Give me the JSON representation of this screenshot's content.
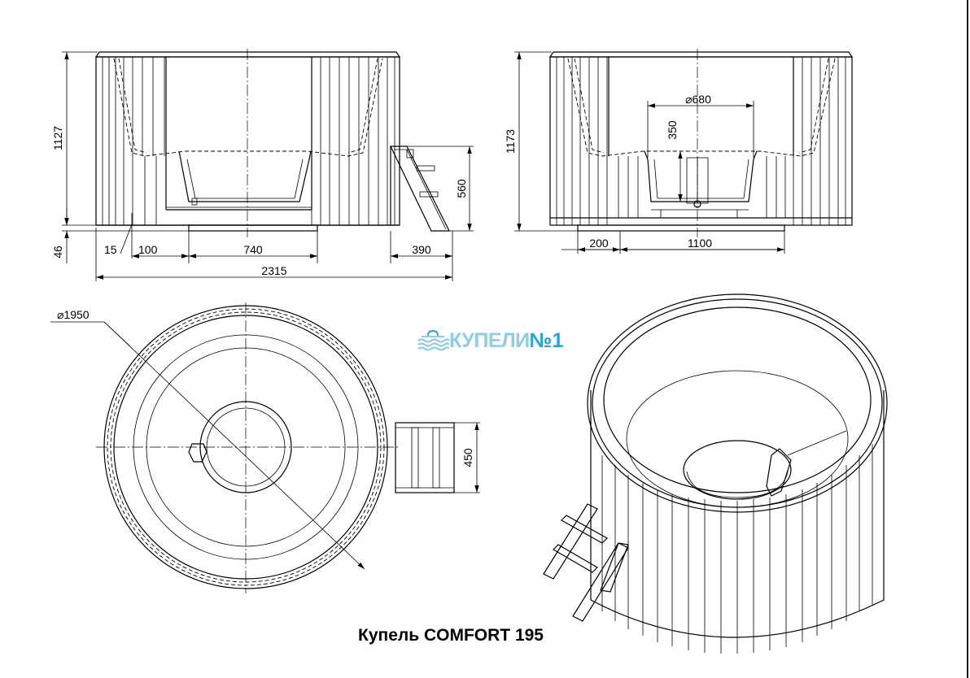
{
  "title": "Купель  COMFORT 195",
  "logo": {
    "text": "КУПЕЛИ",
    "suffix": "№1",
    "color_light": "#8fcce6",
    "color_dark": "#27a3d8",
    "icon": "waves-icon"
  },
  "dims": {
    "height_left": "1127",
    "foot_height": "46",
    "gap_15": "15",
    "offset_100": "100",
    "base_740": "740",
    "ladder_390": "390",
    "total_2315": "2315",
    "ladder_560": "560",
    "height_right": "1173",
    "diam_680": "⌀680",
    "depth_350": "350",
    "offset_200": "200",
    "base_1100": "1100",
    "diam_1950": "⌀1950",
    "ladder_450": "450"
  }
}
